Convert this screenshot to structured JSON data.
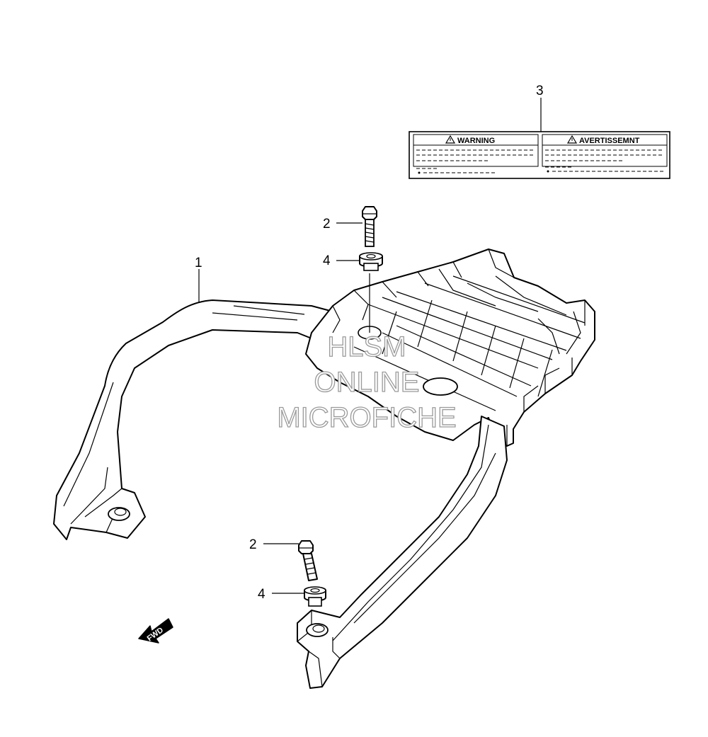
{
  "callouts": {
    "grab_rail": "1",
    "bolt_upper": "2",
    "bolt_lower": "2",
    "label": "3",
    "washer_upper": "4",
    "washer_lower": "4"
  },
  "warning_label": {
    "left_title": "WARNING",
    "right_title": "AVERTISSEMNT"
  },
  "direction_arrow": {
    "text": "FWD",
    "icon": "fwd-arrow-icon"
  },
  "watermark": {
    "line1": "HLSM",
    "line2": "ONLINE",
    "line3": "MICROFICHE"
  }
}
